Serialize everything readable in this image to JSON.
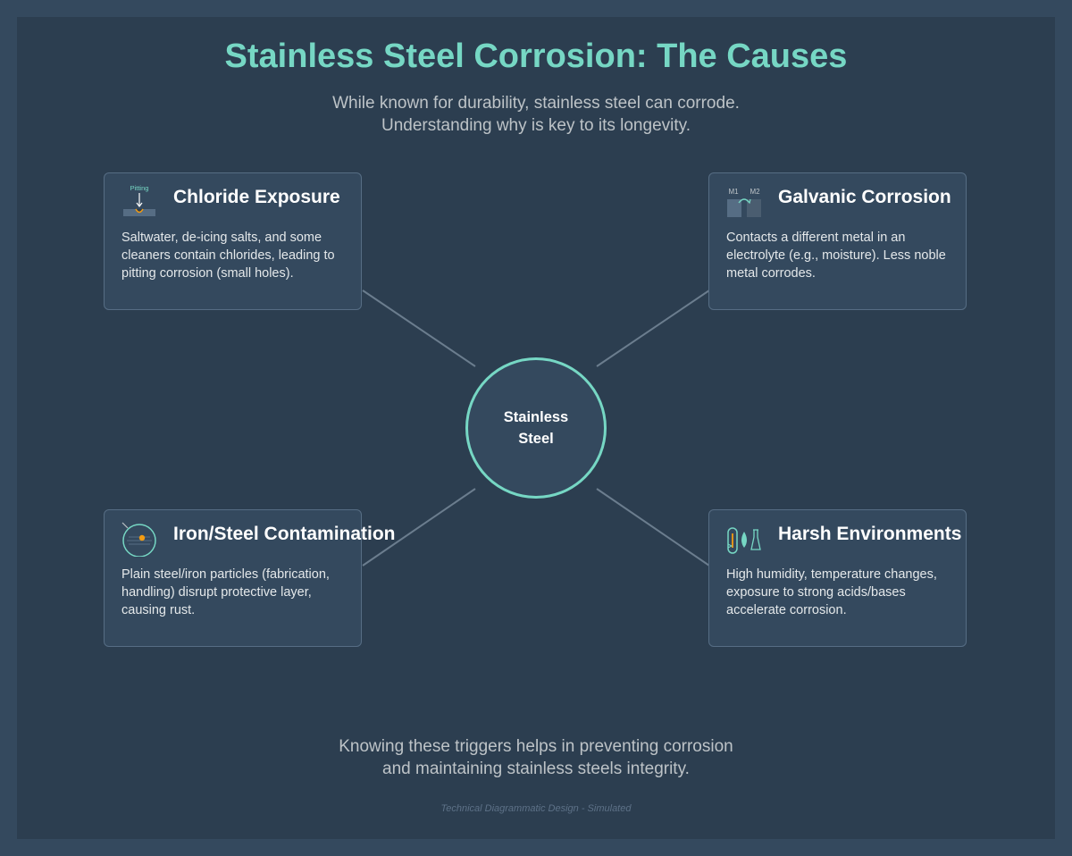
{
  "header": {
    "title": "Stainless Steel Corrosion: The Causes",
    "subtitle_line1": "While known for durability, stainless steel can corrode.",
    "subtitle_line2": "Understanding why is key to its longevity."
  },
  "hub": {
    "label": "Stainless Steel"
  },
  "causes": [
    {
      "title": "Chloride Exposure",
      "text": "Saltwater, de-icing salts, and some cleaners contain chlorides, leading to pitting corrosion (small holes).",
      "icon": "pitting-icon",
      "icon_label": "Pitting"
    },
    {
      "title": "Galvanic Corrosion",
      "text": "Contacts a different metal in an electrolyte (e.g., moisture). Less noble metal corrodes.",
      "icon": "dissimilar-metals-icon",
      "icon_label_1": "M1",
      "icon_label_2": "M2"
    },
    {
      "title": "Iron/Steel Contamination",
      "text": "Plain steel/iron particles (fabrication, handling) disrupt protective layer, causing rust.",
      "icon": "contaminated-surface-icon"
    },
    {
      "title": "Harsh Environments",
      "text": "High humidity, temperature changes, exposure to strong acids/bases accelerate corrosion.",
      "icon": "thermometer-droplet-flask-icon"
    }
  ],
  "footer": {
    "line1": "Knowing these triggers helps in preventing corrosion",
    "line2": "and maintaining stainless steels integrity.",
    "credit": "Technical Diagrammatic Design - Simulated"
  },
  "colors": {
    "page_border": "#34495e",
    "background": "#2c3e50",
    "accent": "#76d7c4",
    "card": "#34495e",
    "card_border": "#566d84",
    "connector": "#6b7d8e",
    "warning_dot": "#f39c12"
  }
}
